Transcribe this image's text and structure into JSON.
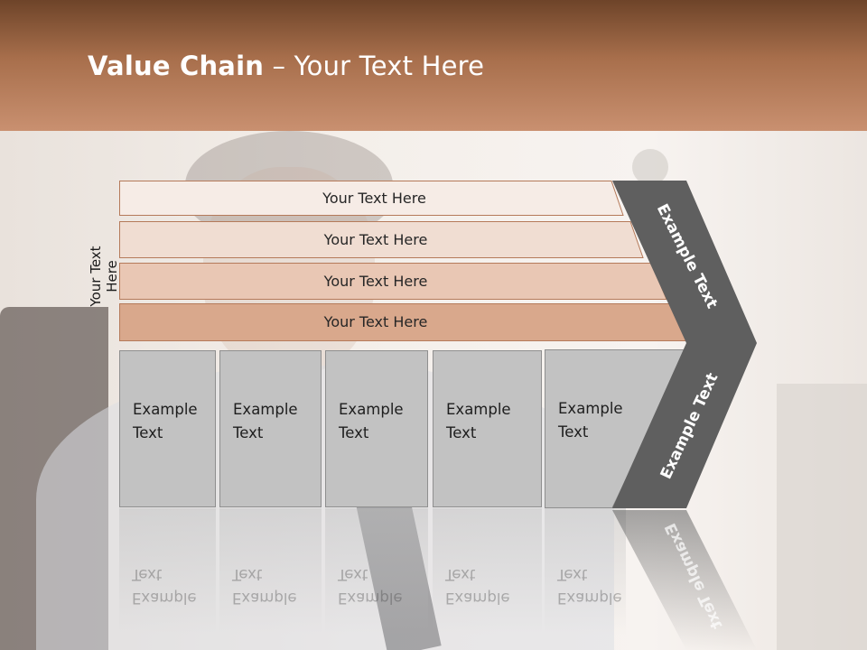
{
  "slide": {
    "title_bold": "Value Chain",
    "title_rest": " – Your Text Here",
    "side_label": "Your Text Here",
    "rows": [
      {
        "label": "Your Text Here",
        "color": "#f6ece6"
      },
      {
        "label": "Your Text Here",
        "color": "#f0ddd2"
      },
      {
        "label": "Your Text Here",
        "color": "#e9c7b4"
      },
      {
        "label": "Your Text Here",
        "color": "#d9a88c"
      }
    ],
    "blocks": [
      {
        "text": "Example\nText"
      },
      {
        "text": "Example\nText"
      },
      {
        "text": "Example\nText"
      },
      {
        "text": "Example\nText"
      },
      {
        "text": "Example\nText"
      }
    ],
    "chevron_top_label": "Example Text",
    "chevron_bottom_label": "Example Text",
    "colors": {
      "header": "#a86f4c",
      "chevron": "#5f5f5f",
      "blocks": "#c2c2c2",
      "row_border": "#b57a5a"
    }
  }
}
